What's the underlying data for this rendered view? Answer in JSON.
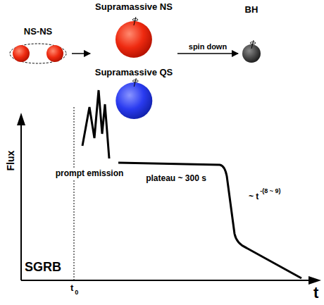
{
  "diagram": {
    "nodes": [
      {
        "text": [
          "NS-NS"
        ]
      },
      {
        "text": [
          "Supramassive NS"
        ]
      },
      {
        "text": [
          "Supramassive QS"
        ]
      },
      {
        "text": [
          "BH"
        ]
      }
    ],
    "edges": [
      {
        "from": 0,
        "to": 1,
        "arrow": "to"
      },
      {
        "from": 1,
        "to": 3,
        "label": "spin down",
        "arrow": "to"
      }
    ],
    "labels": [
      "Flux",
      "prompt emission",
      "plateau ~ 300 s",
      "~ t",
      "-(8 ~ 9)",
      "SGRB",
      "t",
      "0",
      "t"
    ]
  }
}
